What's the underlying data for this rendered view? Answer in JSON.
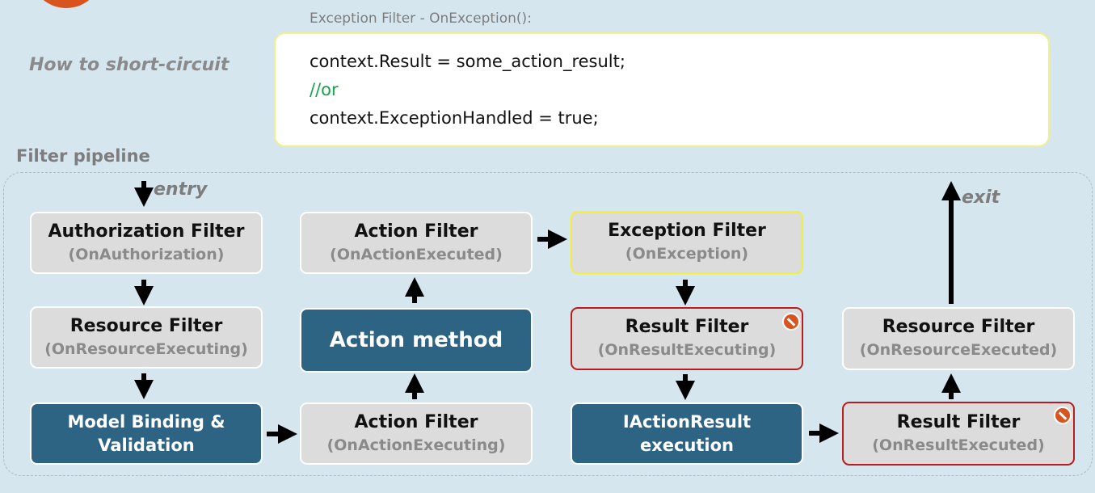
{
  "short_circuit_label": "How to short-circuit",
  "code": {
    "caption": "Exception Filter - OnException():",
    "line1": "context.Result = some_action_result;",
    "line2": "//or",
    "line3": "context.ExceptionHandled = true;"
  },
  "pipeline": {
    "label": "Filter pipeline",
    "entry": "entry",
    "exit": "exit",
    "nodes": {
      "authorization": {
        "title": "Authorization Filter",
        "sub": "(OnAuthorization)"
      },
      "resource_in": {
        "title": "Resource Filter",
        "sub": "(OnResourceExecuting)"
      },
      "model_binding": {
        "title1": "Model Binding &",
        "title2": "Validation"
      },
      "action_executing": {
        "title": "Action Filter",
        "sub": "(OnActionExecuting)"
      },
      "action_method": {
        "title": "Action method"
      },
      "action_executed": {
        "title": "Action Filter",
        "sub": "(OnActionExecuted)"
      },
      "exception": {
        "title": "Exception Filter",
        "sub": "(OnException)"
      },
      "result_executing": {
        "title": "Result Filter",
        "sub": "(OnResultExecuting)"
      },
      "iactionresult": {
        "title1": "IActionResult",
        "title2": "execution"
      },
      "result_executed": {
        "title": "Result Filter",
        "sub": "(OnResultExecuted)"
      },
      "resource_out": {
        "title": "Resource Filter",
        "sub": "(OnResourceExecuted)"
      }
    }
  },
  "colors": {
    "background": "#d6e6ef",
    "dark_node": "#2e6483",
    "light_node": "#dcdcdc",
    "blocked_border": "#b91c1c",
    "highlight_border": "#f2ee3a",
    "comment": "#16a34a",
    "logo": "#d9531e"
  }
}
